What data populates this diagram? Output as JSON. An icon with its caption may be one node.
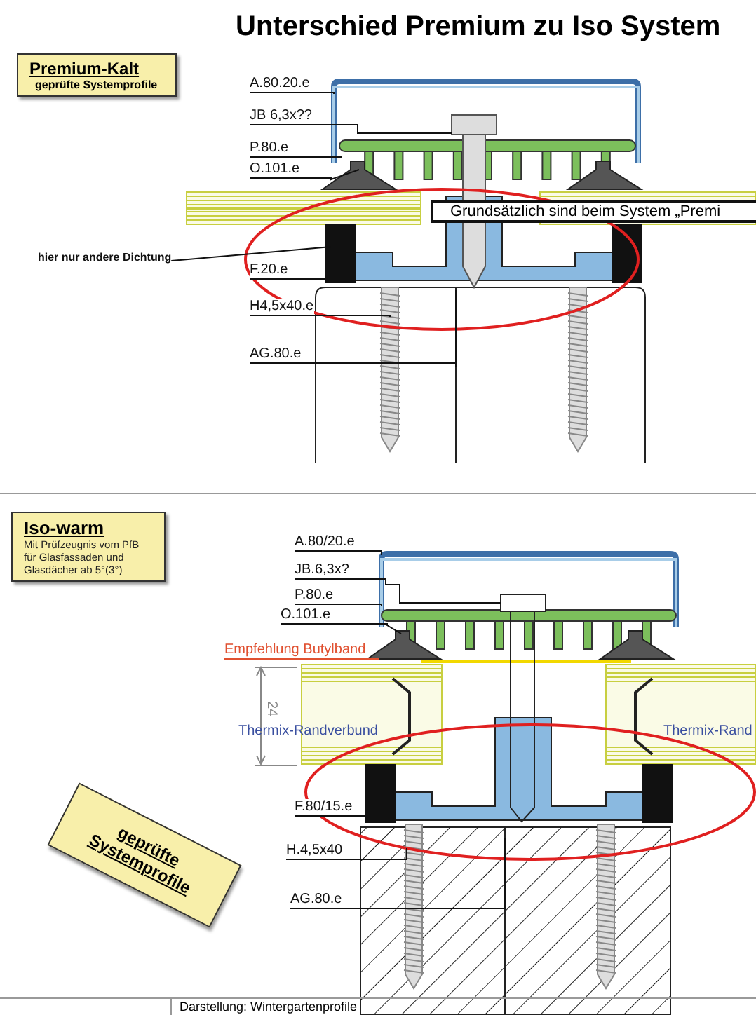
{
  "diagram": {
    "title": "Unterschied Premium zu Iso System",
    "nodes": [
      {
        "text": [
          "Premium-Kalt",
          "geprüfte Systemprofile"
        ]
      },
      {
        "text": [
          "A.80.20.e"
        ]
      },
      {
        "text": [
          "JB 6,3x??"
        ]
      },
      {
        "text": [
          "P.80.e"
        ]
      },
      {
        "text": [
          "O.101.e"
        ]
      },
      {
        "text": [
          "Grundsätzlich sind beim System „Premi"
        ]
      },
      {
        "text": [
          "hier nur andere Dichtung"
        ]
      },
      {
        "text": [
          "F.20.e"
        ]
      },
      {
        "text": [
          "H4,5x40.e"
        ]
      },
      {
        "text": [
          "AG.80.e"
        ]
      },
      {
        "text": [
          "Iso-warm",
          "Mit Prüfzeugnis vom PfB für Glasfassaden und Glasdächer ab 5°(3°)"
        ]
      },
      {
        "text": [
          "A.80/20.e"
        ]
      },
      {
        "text": [
          "JB.6,3x?"
        ]
      },
      {
        "text": [
          "P.80.e"
        ]
      },
      {
        "text": [
          "O.101.e"
        ]
      },
      {
        "text": [
          "Empfehlung Butylband"
        ]
      },
      {
        "text": [
          "F.80/15.e"
        ]
      },
      {
        "text": [
          "H.4,5x40"
        ]
      },
      {
        "text": [
          "AG.80.e"
        ]
      },
      {
        "text": [
          "geprüfte Systemprofile"
        ]
      }
    ],
    "edges": [
      {
        "from": 1,
        "to": null,
        "arrow": "none"
      },
      {
        "from": 2,
        "to": null,
        "arrow": "none"
      },
      {
        "from": 3,
        "to": null,
        "arrow": "none"
      },
      {
        "from": 4,
        "to": null,
        "arrow": "none"
      },
      {
        "from": 6,
        "to": null,
        "arrow": "none"
      },
      {
        "from": 7,
        "to": null,
        "arrow": "none"
      },
      {
        "from": 8,
        "to": null,
        "arrow": "none"
      },
      {
        "from": 9,
        "to": null,
        "arrow": "none"
      },
      {
        "from": 11,
        "to": null,
        "arrow": "none"
      },
      {
        "from": 12,
        "to": null,
        "arrow": "none"
      },
      {
        "from": 13,
        "to": null,
        "arrow": "none"
      },
      {
        "from": 14,
        "to": null,
        "arrow": "none"
      },
      {
        "from": 15,
        "to": null,
        "arrow": "none",
        "color": "#e05030"
      },
      {
        "from": 16,
        "to": null,
        "arrow": "none"
      },
      {
        "from": 17,
        "to": null,
        "arrow": "none"
      },
      {
        "from": 18,
        "to": null,
        "arrow": "none"
      }
    ],
    "labels": [
      "24",
      "Thermix-Randverbund",
      "Thermix-Rand",
      "Darstellung: Wintergartenprofile"
    ]
  }
}
